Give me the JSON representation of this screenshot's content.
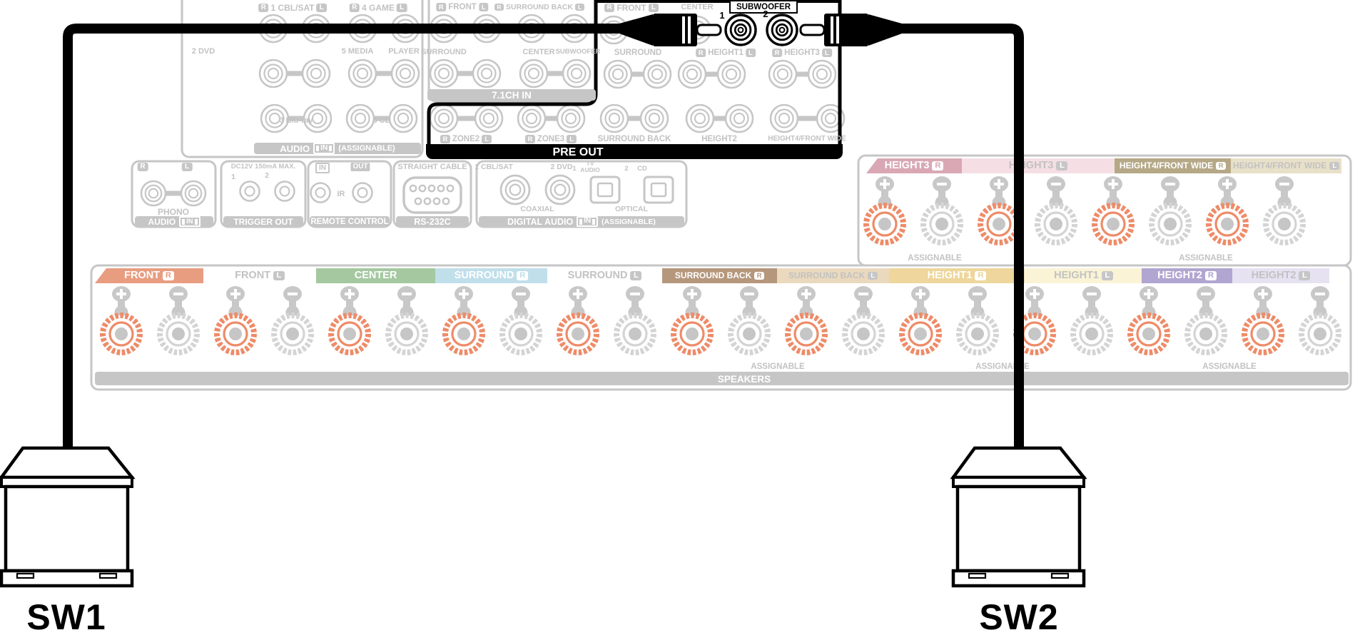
{
  "colors": {
    "panel": "#c6c6c6",
    "label_gray": "#c2c2c2",
    "highlight": "#000000",
    "plus_terminal": "#ee8b68",
    "minus_terminal": "#d4d4d4",
    "front_r": "#e89d81",
    "front_l": "#ffffff",
    "center": "#a5c8a0",
    "surround_r": "#c0dfeb",
    "surround_l": "#ffffff",
    "surround_back_r": "#b5977c",
    "surround_back_l": "#ead9bd",
    "height1_r": "#eed69c",
    "height1_l": "#faf3d6",
    "height2_r": "#b1a5d1",
    "height2_l": "#e6e2f2",
    "height3_r": "#d9a8b4",
    "height3_l": "#f5dfe5",
    "height4_r": "#b5a887",
    "height4_l": "#e8e0c8"
  },
  "audio_in_box": {
    "header_cbl": {
      "r": "R",
      "label": "1 CBL/SAT",
      "l": "L"
    },
    "header_game": {
      "r": "R",
      "label": "4 GAME",
      "l": "L"
    },
    "dvd": "2 DVD",
    "media": "5 MEDIA",
    "player": "PLAYER",
    "bluray": "3 Blu-ray",
    "cd": "6 CD",
    "bar": {
      "title": "AUDIO",
      "in_badge": "IN",
      "suffix": "(ASSIGNABLE)"
    }
  },
  "ch71_box": {
    "header_front": {
      "r": "R",
      "label": "FRONT",
      "l": "L"
    },
    "header_sback": {
      "r": "R",
      "label": "SURROUND BACK",
      "l": "L"
    },
    "surround": "SURROUND",
    "center": "CENTER",
    "subwoofer": "SUBWOOFER",
    "bar_label": "7.1CH IN"
  },
  "pre_out": {
    "header_front": {
      "r": "R",
      "label": "FRONT",
      "l": "L"
    },
    "header_center": "CENTER",
    "subwoofer_label": "SUBWOOFER",
    "jack1": "1",
    "jack2": "2",
    "surround": "SURROUND",
    "height1": {
      "r": "R",
      "label": "HEIGHT1",
      "l": "L"
    },
    "height3": {
      "r": "R",
      "label": "HEIGHT3",
      "l": "L"
    },
    "zone2": {
      "r": "R",
      "label": "ZONE2",
      "l": "L"
    },
    "zone3": {
      "r": "R",
      "label": "ZONE3",
      "l": "L"
    },
    "surround_back": "SURROUND BACK",
    "height2": "HEIGHT2",
    "height4": "HEIGHT4/FRONT WIDE",
    "bar_label": "PRE OUT"
  },
  "phono_box": {
    "r": "R",
    "l": "L",
    "name": "PHONO",
    "bar": {
      "title": "AUDIO",
      "in_badge": "IN"
    }
  },
  "trigger_box": {
    "rating": "DC12V 150mA MAX.",
    "jack1": "1",
    "jack2": "2",
    "bar_label": "TRIGGER OUT"
  },
  "remote_box": {
    "in_label": "IN",
    "out_label": "OUT",
    "ir": "IR",
    "bar_label": "REMOTE CONTROL"
  },
  "rs232_box": {
    "cable": "STRAIGHT CABLE",
    "bar_label": "RS-232C"
  },
  "digital_box": {
    "coax1": "1 CBL/SAT",
    "coax2": "2 DVD",
    "opt1_num": "1",
    "opt1_tv": "TV",
    "opt1_audio": "AUDIO",
    "opt2_num": "2",
    "opt2_cd": "CD",
    "coaxial": "COAXIAL",
    "optical": "OPTICAL",
    "bar": {
      "title": "DIGITAL AUDIO",
      "in_badge": "IN",
      "suffix": "(ASSIGNABLE)"
    }
  },
  "speaker_strip": [
    {
      "label": "FRONT",
      "badge": "R",
      "bg": "front_r",
      "fg": "white"
    },
    {
      "label": "FRONT",
      "badge": "L",
      "bg": "front_l",
      "fg": "gray"
    },
    {
      "label": "CENTER",
      "badge": "",
      "bg": "center",
      "fg": "white"
    },
    {
      "label": "SURROUND",
      "badge": "R",
      "bg": "surround_r",
      "fg": "white"
    },
    {
      "label": "SURROUND",
      "badge": "L",
      "bg": "surround_l",
      "fg": "gray"
    },
    {
      "label": "SURROUND BACK",
      "badge": "R",
      "bg": "surround_back_r",
      "fg": "white"
    },
    {
      "label": "SURROUND BACK",
      "badge": "L",
      "bg": "surround_back_l",
      "fg": "gray"
    },
    {
      "label": "HEIGHT1",
      "badge": "R",
      "bg": "height1_r",
      "fg": "white"
    },
    {
      "label": "HEIGHT1",
      "badge": "L",
      "bg": "height1_l",
      "fg": "gray"
    },
    {
      "label": "HEIGHT2",
      "badge": "R",
      "bg": "height2_r",
      "fg": "white"
    },
    {
      "label": "HEIGHT2",
      "badge": "L",
      "bg": "height2_l",
      "fg": "gray"
    }
  ],
  "upper_strip": [
    {
      "label": "HEIGHT3",
      "badge": "R",
      "bg": "height3_r",
      "fg": "white"
    },
    {
      "label": "HEIGHT3",
      "badge": "L",
      "bg": "height3_l",
      "fg": "gray"
    },
    {
      "label": "HEIGHT4/FRONT WIDE",
      "badge": "R",
      "bg": "height4_r",
      "fg": "white"
    },
    {
      "label": "HEIGHT4/FRONT WIDE",
      "badge": "L",
      "bg": "height4_l",
      "fg": "gray"
    }
  ],
  "labels": {
    "assignable": "ASSIGNABLE",
    "speakers": "SPEAKERS"
  },
  "subwoofers": {
    "sw1": "SW1",
    "sw2": "SW2"
  }
}
